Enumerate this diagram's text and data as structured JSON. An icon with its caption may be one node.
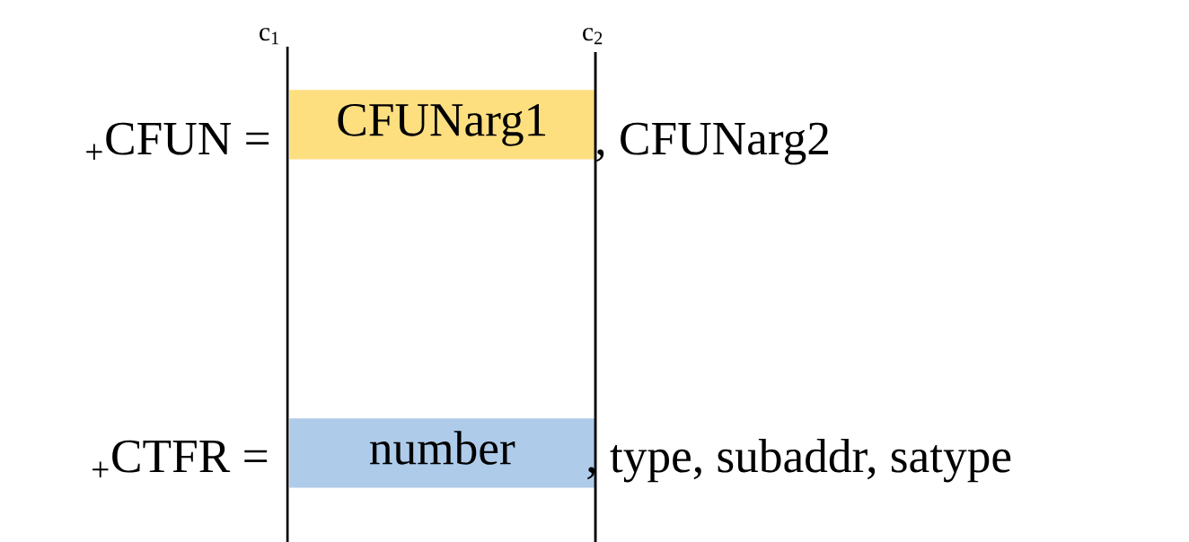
{
  "diagram": {
    "nodes": [
      {
        "text": [
          "CFUNarg1"
        ]
      },
      {
        "text": [
          "number"
        ]
      }
    ],
    "labels": [
      "c$_{1}$",
      "c$_{2}$",
      "$_{+}$CFUN =",
      ", CFUNarg2",
      "$_{+}$CTFR =",
      ", type, subaddr, satype"
    ]
  }
}
